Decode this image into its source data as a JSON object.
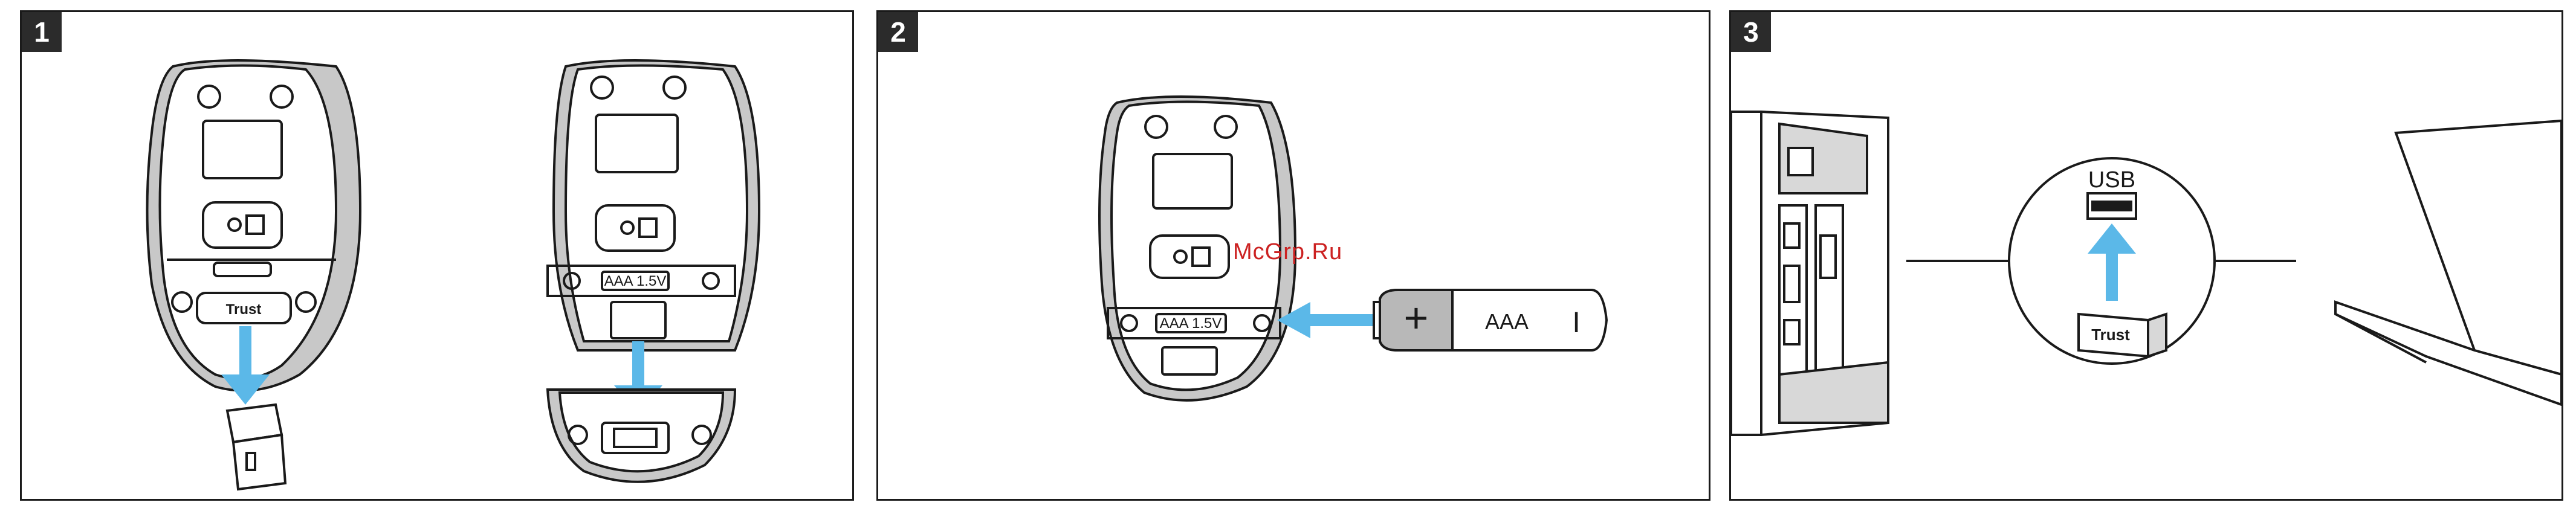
{
  "steps": [
    {
      "number": "1"
    },
    {
      "number": "2"
    },
    {
      "number": "3"
    }
  ],
  "labels": {
    "brand": "Trust",
    "battery_compartment": "AAA 1.5V",
    "battery_type": "AAA",
    "battery_plus": "+",
    "battery_minus": "I",
    "compartment_plus": "⊕",
    "compartment_minus": "⊖",
    "usb_port": "USB",
    "watermark": "McGrp.Ru"
  },
  "colors": {
    "arrow": "#5bb8e8",
    "outline": "#1a1a1a",
    "gray_fill": "#c8c8c8",
    "badge_bg": "#2b2b2b",
    "watermark": "#cc2222"
  },
  "icons": [
    "mouse-bottom-icon",
    "usb-receiver-icon",
    "battery-icon",
    "pc-tower-icon",
    "laptop-icon",
    "usb-port-icon"
  ]
}
